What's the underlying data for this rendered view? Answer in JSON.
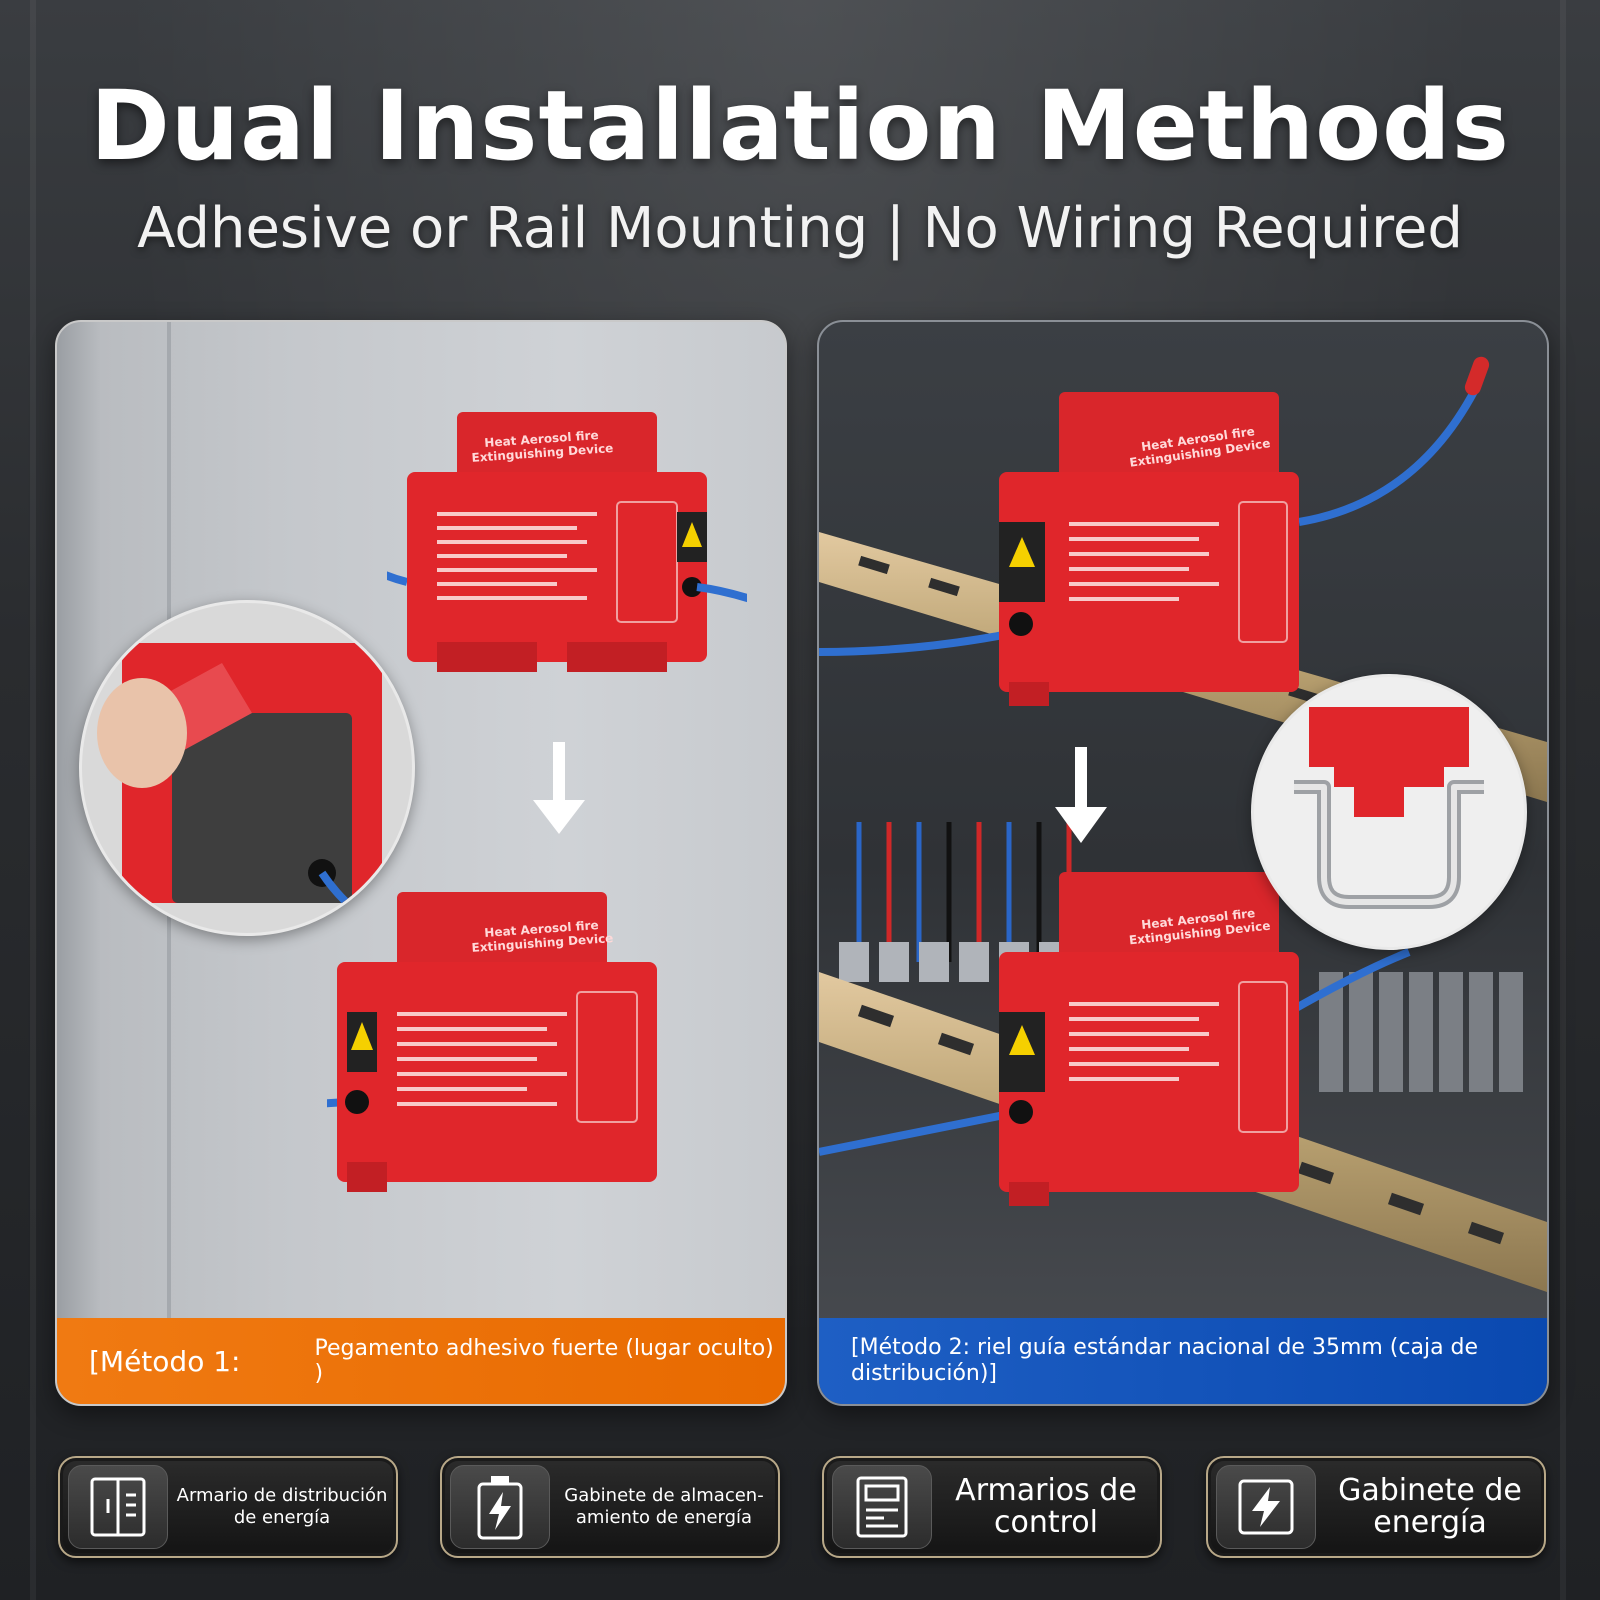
{
  "header": {
    "title": "Dual Installation Methods",
    "subtitle": "Adhesive or Rail Mounting | No Wiring Required"
  },
  "methods": [
    {
      "label": "[Método 1:",
      "text": "Pegamento adhesivo fuerte (lugar oculto)\n)",
      "color": "#ee7410"
    },
    {
      "text": "[Método 2: riel guía estándar nacional de 35mm (caja de distribución)]",
      "color": "#1656bd"
    }
  ],
  "device": {
    "line1": "Heat Aerosol fire",
    "line2": "Extinguishing Device",
    "color": "#e0262b"
  },
  "applications": [
    {
      "icon": "cabinet-icon",
      "text": "Armario de distribución de energía",
      "size": "small"
    },
    {
      "icon": "battery-icon",
      "text": "Gabinete de almacen-amiento de energía",
      "size": "small"
    },
    {
      "icon": "control-panel-icon",
      "text": "Armarios de control",
      "size": "large"
    },
    {
      "icon": "lightning-icon",
      "text": "Gabinete de energía",
      "size": "large"
    }
  ]
}
